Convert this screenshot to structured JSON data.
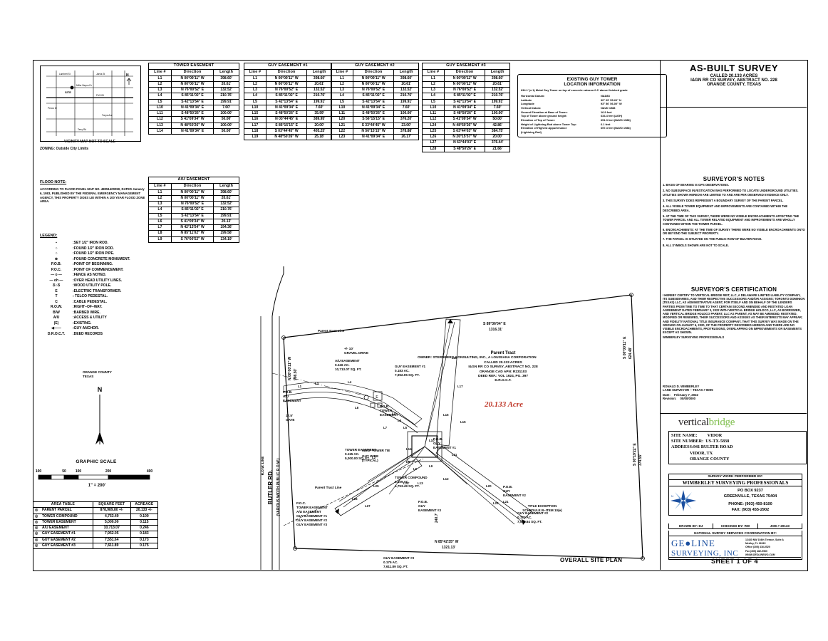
{
  "title_block": {
    "main_title": "AS-BUILT SURVEY",
    "line1": "CALLED 20.133 ACRES",
    "line2": "I&GN RR CO SURVEY, ABSTRACT NO. 228",
    "line3": "ORANGE COUNTY, TEXAS"
  },
  "vicinity_map": {
    "caption": "VICINITY MAP NOT TO SCALE",
    "zoning": "ZONING:  Outside City Limits",
    "site_label": "SITE",
    "north": "N",
    "labels": [
      "Lambert St",
      "Jarvis St",
      "Miller Bayou Dr",
      "Tonya Ave",
      "Terry Rd",
      "Pecos Dr",
      "FM 105"
    ]
  },
  "tables": [
    {
      "id": "tower-easement",
      "title": "TOWER EASEMENT",
      "columns": [
        "Line #",
        "Direction",
        "Length"
      ],
      "rows": [
        [
          "L1",
          "N 00°09'11\" W",
          "398.60'"
        ],
        [
          "L2",
          "N 00°00'11\" W",
          "20.61'"
        ],
        [
          "L3",
          "N 76°00'52\" E",
          "132.52'"
        ],
        [
          "L4",
          "S 85°11'02\" E",
          "210.76'"
        ],
        [
          "L5",
          "S 42°13'54\" E",
          "199.91'"
        ],
        [
          "L10",
          "N 41°09'34\" E",
          "7.60'"
        ],
        [
          "L11",
          "S 48°50'26\" E",
          "100.00'"
        ],
        [
          "L12",
          "S 41°09'34\" W",
          "50.00'"
        ],
        [
          "L13",
          "N 48°50'26\" W",
          "100.00'"
        ],
        [
          "L14",
          "N 41°09'34\" E",
          "50.00'"
        ]
      ]
    },
    {
      "id": "guy-easement-1",
      "title": "GUY EASEMENT #1",
      "columns": [
        "Line #",
        "Direction",
        "Length"
      ],
      "rows": [
        [
          "L1",
          "N 00°09'11\" W",
          "398.60'"
        ],
        [
          "L2",
          "N 00°00'11\" W",
          "20.61'"
        ],
        [
          "L3",
          "N 76°00'52\" E",
          "132.52'"
        ],
        [
          "L4",
          "S 85°11'02\" E",
          "210.76'"
        ],
        [
          "L5",
          "S 42°13'54\" E",
          "199.91'"
        ],
        [
          "L10",
          "N 41°09'34\" E",
          "7.60'"
        ],
        [
          "L15",
          "S 48°50'26\" E",
          "35.99'"
        ],
        [
          "L16",
          "N 03°44'45\" E",
          "389.95'"
        ],
        [
          "L17",
          "S 86°15'15\" E",
          "20.00'"
        ],
        [
          "L18",
          "S 03°44'45\" W",
          "405.25'"
        ],
        [
          "L19",
          "N 48°50'26\" W",
          "25.18'"
        ]
      ]
    },
    {
      "id": "guy-easement-2",
      "title": "GUY EASEMENT #2",
      "columns": [
        "Line #",
        "Direction",
        "Length"
      ],
      "rows": [
        [
          "L1",
          "N 00°09'11\" W",
          "398.60'"
        ],
        [
          "L2",
          "N 00°00'11\" W",
          "20.61'"
        ],
        [
          "L3",
          "N 76°00'52\" E",
          "132.52'"
        ],
        [
          "L4",
          "S 85°11'02\" E",
          "210.76'"
        ],
        [
          "L5",
          "S 42°13'54\" E",
          "199.91'"
        ],
        [
          "L10",
          "N 41°09'34\" E",
          "7.60'"
        ],
        [
          "L11",
          "S 48°50'26\" E",
          "100.00'"
        ],
        [
          "L20",
          "S 56°15'15\" E",
          "376.20'"
        ],
        [
          "L21",
          "S 33°44'45\" W",
          "23.00'"
        ],
        [
          "L22",
          "N 56°15'15\" W",
          "378.88'"
        ],
        [
          "L23",
          "N 41°09'34\" E",
          "26.17'"
        ]
      ]
    },
    {
      "id": "guy-easement-3",
      "title": "GUY EASEMENT #3",
      "columns": [
        "Line #",
        "Direction",
        "Length"
      ],
      "rows": [
        [
          "L1",
          "N 00°09'11\" W",
          "398.60'"
        ],
        [
          "L2",
          "N 00°00'11\" W",
          "20.61'"
        ],
        [
          "L3",
          "N 76°00'52\" E",
          "132.52'"
        ],
        [
          "L4",
          "S 85°11'02\" E",
          "210.76'"
        ],
        [
          "L5",
          "S 42°13'54\" E",
          "199.91'"
        ],
        [
          "L10",
          "N 41°09'34\" E",
          "7.60'"
        ],
        [
          "L11",
          "S 48°50'26\" E",
          "100.00'"
        ],
        [
          "L12",
          "S 41°09'34\" W",
          "50.00'"
        ],
        [
          "L24",
          "N 48°50'26\" W",
          "42.86'"
        ],
        [
          "L25",
          "S 63°44'03\" W",
          "384.75'"
        ],
        [
          "L26",
          "N 26°15'57\" W",
          "20.00'"
        ],
        [
          "L27",
          "N 63°44'03\" E",
          "376.44'"
        ],
        [
          "L28",
          "S 48°50'26\" E",
          "21.66'"
        ]
      ]
    },
    {
      "id": "au-easement",
      "title": "A/U EASEMENT",
      "columns": [
        "Line #",
        "Direction",
        "Length"
      ],
      "rows": [
        [
          "L1",
          "N 00°00'11\" W",
          "398.60'"
        ],
        [
          "L2",
          "N 00°00'11\" W",
          "20.61'"
        ],
        [
          "L3",
          "N 76°00'52\" E",
          "132.52'"
        ],
        [
          "L4",
          "S 85°11'02\" E",
          "210.76'"
        ],
        [
          "L5",
          "S 42°13'54\" E",
          "199.91'"
        ],
        [
          "L6",
          "S 41°09'34\" W",
          "20.13'"
        ],
        [
          "L7",
          "N 42°13'54\" W",
          "194.36'"
        ],
        [
          "L8",
          "N 85°11'02\" W",
          "199.58'"
        ],
        [
          "L9",
          "S 76°00'52\" W",
          "134.19'"
        ]
      ]
    }
  ],
  "guy_tower_info": {
    "title1": "EXISTING GUY TOWER",
    "title2": "LOCATION INFORMATION",
    "subtitle": "634.1' (± 1) Metal Guy Tower on top of concrete caisson 0.3' above finished grade",
    "rows": [
      {
        "label": "Horizontal Datum:",
        "value": "NAD83"
      },
      {
        "label": "Latitude",
        "value": "30° 09' 55.26\" N"
      },
      {
        "label": "Longitude",
        "value": "93° 56' 56.00\" W"
      },
      {
        "label": "Vertical Datum:",
        "value": "NAVD 1988"
      },
      {
        "label": "Ground Elevation at Base of Tower:",
        "value": "16.9 feet"
      },
      {
        "label": "Top of Tower above ground height:",
        "value": "634.4 feet (AGH)"
      },
      {
        "label": "Elevation of Top of Tower:",
        "value": "651.3 feet (NAVD 1988)"
      },
      {
        "label": "Height of Lightning Rod above Tower Top:",
        "value": "6.1 feet"
      },
      {
        "label": "Elevation of Highest Appurtenance",
        "value": "657.4 feet (NAVD 1988)"
      },
      {
        "label": "(Lightning Rod)",
        "value": ""
      }
    ]
  },
  "flood_note": {
    "heading": "FLOOD NOTE:",
    "body": "ACCORDING TO FLOOD PANEL MAP NO. 48051400050, DATED January 6, 1983, PUBLISHED BY THE FEDERAL EMERGENCY MANAGEMENT AGENCY, THIS PROPERTY DOES LIE WITHIN A 100 YEAR FLOOD ZONE AREA."
  },
  "legend": {
    "heading": "LEGEND:",
    "items": [
      {
        "symbol": "▪",
        "sym_name": "set-iron-rod-icon",
        "text": ":SET 1/2\" IRON ROD."
      },
      {
        "symbol": "○",
        "sym_name": "found-iron-rod-icon",
        "text": ":FOUND 1/2\" IRON ROD."
      },
      {
        "symbol": "○",
        "sym_name": "found-iron-pipe-icon",
        "text": ":FOUND 1/2\" IRON PIPE."
      },
      {
        "symbol": "⊛",
        "sym_name": "found-concrete-monument-icon",
        "text": ":FOUND CONCRETE MONUMENT."
      },
      {
        "symbol": "P.O.B.",
        "sym_name": "pob-icon",
        "text": ":POINT OF BEGINNING."
      },
      {
        "symbol": "P.O.C.",
        "sym_name": "poc-icon",
        "text": ":POINT OF COMMENCEMENT."
      },
      {
        "symbol": "— o —",
        "sym_name": "fence-line-icon",
        "text": ":FENCE AS NOTED."
      },
      {
        "symbol": "— oh —",
        "sym_name": "overhead-utility-icon",
        "text": ":OVER HEAD UTILITY LINES."
      },
      {
        "symbol": "ⵒ○ⵒ",
        "sym_name": "wood-utility-pole-icon",
        "text": ":WOOD UTILITY POLE."
      },
      {
        "symbol": "E",
        "sym_name": "electric-transformer-icon",
        "text": ":ELECTRIC TRANSFORMER."
      },
      {
        "symbol": "T",
        "sym_name": "telco-pedestal-icon",
        "text": ": TELCO PEDESTAL."
      },
      {
        "symbol": "C",
        "sym_name": "cable-pedestal-icon",
        "text": ":CABLE PEDESTAL."
      },
      {
        "symbol": "R.O.W.",
        "sym_name": "row-icon",
        "text": ":RIGHT–OF–WAY."
      },
      {
        "symbol": "B/W",
        "sym_name": "barbed-wire-icon",
        "text": ":BARBED WIRE."
      },
      {
        "symbol": "A/U",
        "sym_name": "access-utility-icon",
        "text": ":ACCESS & UTILITY"
      },
      {
        "symbol": "(E)",
        "sym_name": "existing-icon",
        "text": ":EXISTING."
      },
      {
        "symbol": "◀——",
        "sym_name": "guy-anchor-icon",
        "text": ":GUY ANCHOR."
      },
      {
        "symbol": "D.R.O.C.T.",
        "sym_name": "deed-records-icon",
        "text": ":DEED RECORDS"
      }
    ],
    "deed_line2": "ORANGE COUNTY",
    "deed_line3": "TEXAS"
  },
  "north_arrow": {
    "label": "N"
  },
  "graphic_scale": {
    "title": "GRAPHIC SCALE",
    "ticks": [
      "100",
      "50",
      "100",
      "200",
      "400"
    ],
    "ratio": "1\" = 200'"
  },
  "area_table": {
    "columns": [
      "AREA TABLE",
      "SQUARE FEET",
      "ACREAGE"
    ],
    "rows": [
      [
        "PARENT PARCEL",
        "878,989.80 +\\-",
        "20.133 +\\-"
      ],
      [
        "TOWER COMPOUND",
        "4,753.49",
        "0.109"
      ],
      [
        "TOWER EASEMENT",
        "5,000.00",
        "0.115"
      ],
      [
        "A/U EASEMENT",
        "10,713.07",
        "0.246"
      ],
      [
        "GUY EASEMENT #1",
        "7,952.05",
        "0.183"
      ],
      [
        "GUY EASEMENT #2",
        "7,551.64",
        "0.173"
      ],
      [
        "GUY EASEMENT #3",
        "7,611.89",
        "0.175"
      ]
    ]
  },
  "surveyors_notes": {
    "heading": "SURVEYOR'S NOTES",
    "items": [
      "1. BASIS OF BEARING IS GPS OBSERVATIONS.",
      "2. NO SUBSURFACE INVESTIGATION WAS PERFORMED TO LOCATE UNDERGROUND UTILITIES. UTILITIES SHOWN HEREON ARE LIMITED TO AND ARE PER OBSERVED EVIDENCE ONLY.",
      "3. THIS SURVEY DOES REPRESENT A BOUNDARY SURVEY OF THE PARENT PARCEL.",
      "4. ALL VISIBLE TOWER EQUIPMENT AND IMPROVEMENTS ARE CONTAINED WITHIN THE DESCRIBED AREA.",
      "5. AT THE TIME OF THIS SURVEY, THERE WERE NO VISIBLE ENCROACHMENTS AFFECTING THE TOWER PARCEL AND ALL TOWER RELATED EQUIPMENT AND IMPROVEMENTS ARE WHOLLY CONTAINED WITHIN THE TOWER PARCEL.",
      "6. ENCROACHMENTS: AT THE TIME OF SURVEY THERE WERE NO VISIBLE ENCROACHMENTS ONTO OR BEYOND THE SUBJECT PROPERTY.",
      "7. THE PARCEL IS SITUATED ON THE PUBLIC ROW OF BULTER ROAD.",
      "8. ALL SYMBOLS SHOWN ARE NOT TO SCALE."
    ]
  },
  "certification": {
    "heading": "SURVEYOR'S CERTIFICATION",
    "body": "I HEREBY CERTIFY TO:VERTICAL BRIDGE REIT, LLC, A DELAWARE LIMITED LIABILITY COMPANY,  ITS SUBSIDIARIES, AND THEIR RESPECTIVE SUCCESSORS AND/OR ASSIGNS; TORONTO DOMINION (TEXAS) LLC, AS ADMINISTRATIVE AGENT, FOR ITSELF AND ON BEHALF OF THE LENDERS PARTIES FROM TIME TO TIME TO THAT CERTAIN SECOND AMENDED AND RESTATED LOAN AGREEMENT DATED FEBRUARY 3, 2022 WITH VERTICAL BRIDGE HOLDCO, LLC, AS BORROWER, AND VERTICAL BRIDGE HOLDCO PARENT, LLC AS PARENT, AS MAY BE AMENDED, RESTATED, MODIFIED OR RENEWED, THEIR SUCCESSORS AND ASSIGNS AS THEIR INTERESTS MAY APPEAR; AND FIDELITY NATIONAL TITLE INSURANCE COMPANY, THAT THIS SURVEY WAS MADE ON THE GROUND ON AUGUST 6, 2020, OF THE PROPERTY DESCRIBED HEREON AND THERE ARE NO VISIBLE ENCROACHMENTS, PROTRUSIONS, OVERLAPPING ON IMPROVEMENTS OR EASEMENTS EXCEPT AS SHOWN.",
    "signer_line": "WIMBERLEY SURVEYING PROFESSIONALS",
    "surveyor_name": "RONALD D. WIMBERLEY",
    "license": "LAND SURVEYOR – TEXAS # 8005",
    "date_label": "Date:",
    "date_value": "February 7, 2022",
    "revision_label": "Revision:",
    "revision_value": "00/00/0000"
  },
  "site_info": {
    "logo_a": "vertical",
    "logo_b": "bridge",
    "site_name_label": "SITE NAME:",
    "site_name": "VIDOR",
    "site_number_label": "SITE NUMBER:",
    "site_number": "US-TX-5838",
    "address_label": "ADDRESS:",
    "address1": "941 BULTER ROAD",
    "address2": "VIDOR, TX",
    "address3": "ORANGE COUNTY"
  },
  "survey_firm": {
    "performed_by_label": "SURVEY WORK PERFORMED BY:",
    "name": "WIMBERLEY SURVEYING PROFESSIONALS",
    "po_box": "PO BOX 9237",
    "city": "GREENVILLE, TEXAS   75404",
    "phone": "PHONE:    (903) 450-8100",
    "fax": "FAX:    (903) 455-2902"
  },
  "drawn_row": {
    "drawn": "DRAWN BY: DJ",
    "checked": "CHECKED BY: RW",
    "job": "JOB # 20133"
  },
  "coordination": {
    "label": "NATIONAL SURVEY SERVICES COORDINATION BY:",
    "logo_line1": "GE●LINE",
    "logo_line2": "SURVEYING, INC",
    "addr1": "12430 NW 104th Terrace, Suite A",
    "addr2": "Medley, FL 32615",
    "addr3": "Office (305) 416-0520",
    "addr4": "Fax (305) 482-9960",
    "addr5": "WWW.GEOLINEWO.COM"
  },
  "sheet": {
    "label": "SHEET 1 OF 4"
  },
  "plan": {
    "overall_label": "OVERALL SITE PLAN",
    "parent_tract_line": "Parent Tract Line",
    "acre_callout": "20.133 Acre",
    "owner_line1": "OWNER: STERNBERG CONSULTING, INC., A LOUISIANA CORPORATION",
    "owner_line2": "CALLED 20.133 ACRES",
    "owner_line3": "I&GN RR CO SURVEY, ABSTRACT NO. 228",
    "owner_line4": "ORANGE CAD APN: R231103",
    "owner_line5": "DEED REF.: VOL 1924, PG. 397",
    "owner_line6": "D.R.O.C.T.",
    "parent_tract_title": "Parent Tract",
    "gravel_drive": "+/- 10'\nGRAVEL DRIVE",
    "tower_easement_callout": "TOWER EASEMENT\n0.115 AC.\n5,000.00 SQ. FT.",
    "tower_compound_callout": "TOWER COMPOUND\n0.109 AC.\n4,753.49 SQ. FT.",
    "au_easement_callout": "A/U EASEMENT\n0.246 AC.\n10,713.07 SQ. FT.",
    "guy1_callout": "GUY EASEMENT #1\n0.183 AC.\n7,952.05 SQ. FT.",
    "guy2_callout": "GUY EASEMENT #2\n0.173 AC.\n7,551.64 SQ. FT.",
    "guy3_callout": "GUY EASEMENT #3\n0.175 AC.\n7,611.89 SQ. FT.",
    "pob_tower": "P.O.B.\nTOWER\nEASEMENT",
    "pob_guy1": "P.O.B.\nGUY\nEASEMENT #1",
    "pob_guy2": "P.O.B.\nGUY\nEASEMENT #2",
    "pob_guy3": "P.O.B.\nGUY\nEASEMENT #3",
    "pob_au": "P.O.B.\nA/U\nEASEMENT",
    "poc_list": "P.O.C.\nTOWER EASEMENT\nA/U EASEMENT\nGUY EASEMENT #1\nGUY EASEMENT #2\nGUY EASEMENT #3",
    "tower_tie": "513.2' TOWER TIE",
    "guy_wire": "GUY WIRE\n(TYPICAL)",
    "street_name": "BUTLER RD.\n(VARIOUS WIDTH PUBLIC R.O.W.)",
    "row_line": "R.O.W. LINE",
    "gate": "17.5'\nGATE",
    "north_bearing_top": "S 89°36'04\" E\n1316.31'",
    "south_bearing": "N 85°42'35\" W\n1321.13'",
    "west_bearing": "N 00°00'11\" W\n998.50'",
    "east_bearing": "S 00°19'22\" E\n374.55'",
    "east_bearing2": "S 00°00'11\" E\n624.48'",
    "south_tie": "240.7'",
    "title_exception": "TITLE EXCEPTION\nSCHEDULE B–ITEM 10(e)"
  }
}
